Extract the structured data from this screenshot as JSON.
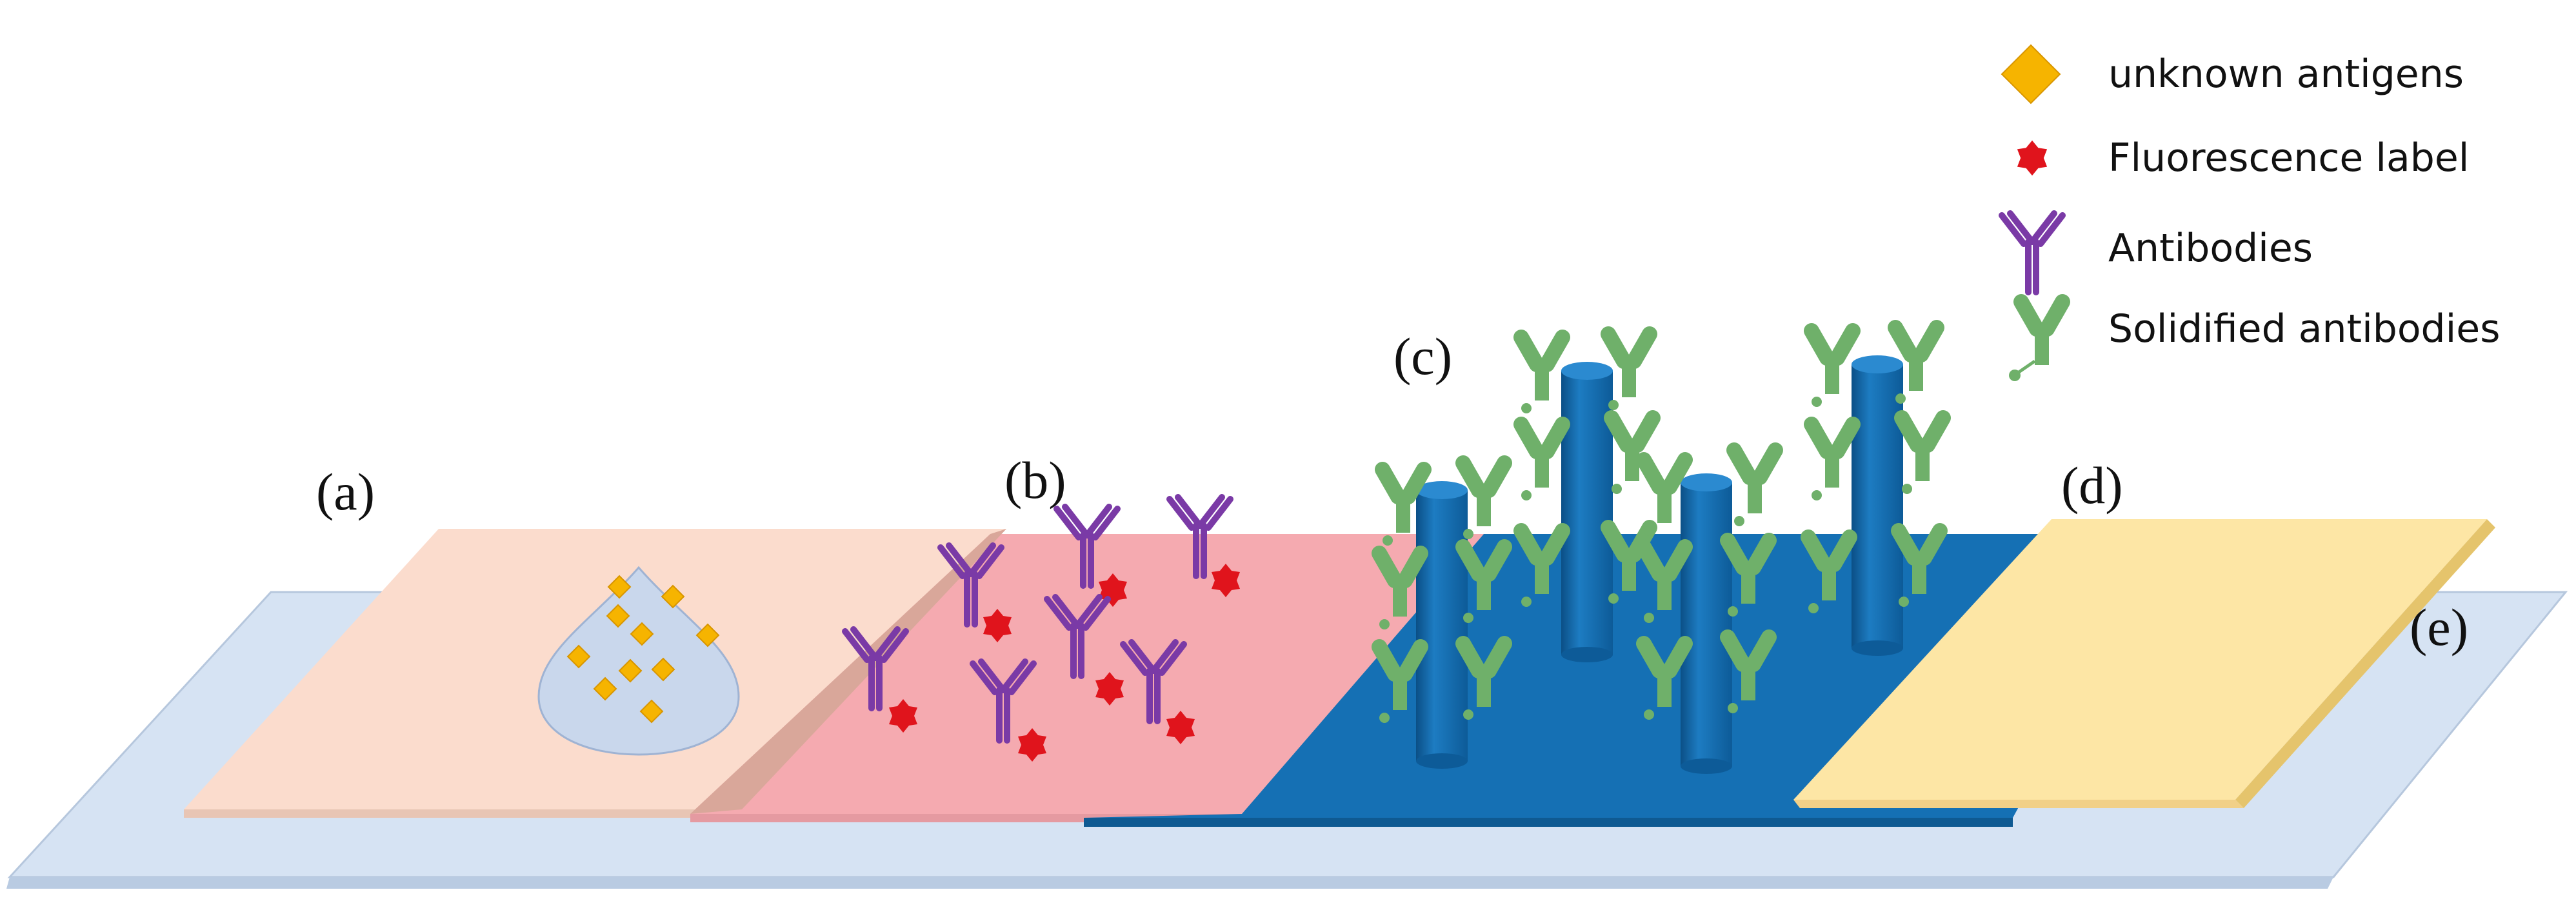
{
  "diagram": {
    "zones": {
      "a": "(a)",
      "b": "(b)",
      "c": "(c)",
      "d": "(d)",
      "e": "(e)"
    },
    "legend": [
      {
        "key": "antigen",
        "label": "unknown antigens",
        "icon": "diamond-icon",
        "color": "#f6b400"
      },
      {
        "key": "fluor",
        "label": "Fluorescence label",
        "icon": "star-icon",
        "color": "#e0141c"
      },
      {
        "key": "antibody",
        "label": "Antibodies",
        "icon": "antibody-icon",
        "color": "#7a3aa6"
      },
      {
        "key": "solid",
        "label": "Solidified antibodies",
        "icon": "solidified-antibody-icon",
        "color": "#6fb06a"
      }
    ],
    "colors": {
      "backing": "#d6e3f3",
      "sample_pad": "#fbdccd",
      "conjugate_pad": "#f5aab0",
      "membrane": "#1570b4",
      "absorbent_pad": "#fde6a5",
      "drop": "#c9d7ec"
    }
  }
}
